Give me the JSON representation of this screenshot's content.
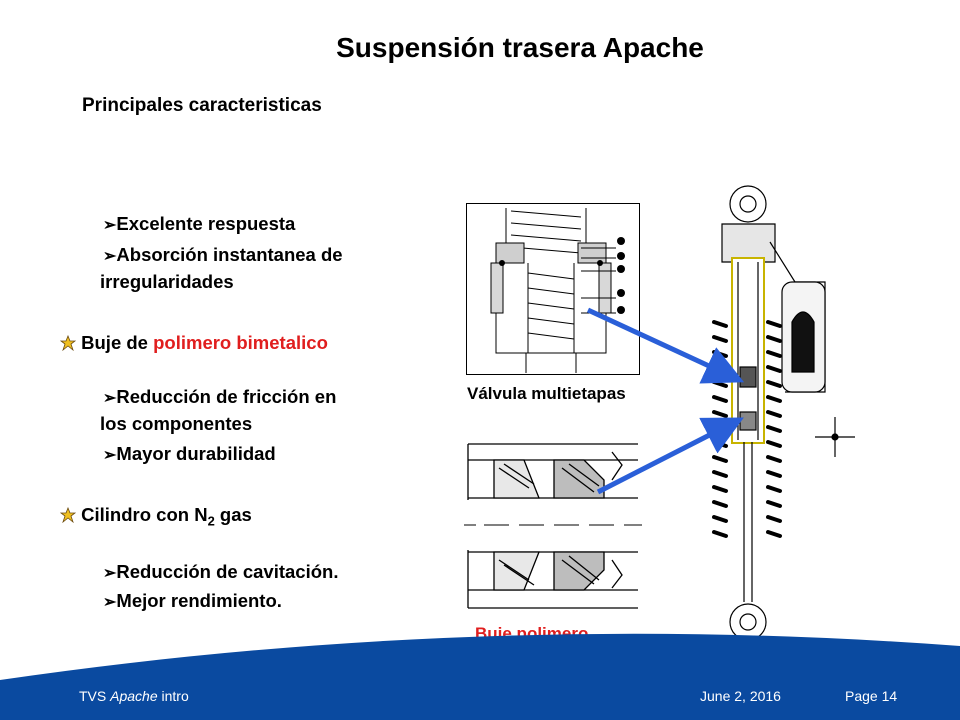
{
  "slide": {
    "title": "Suspensión trasera Apache",
    "subtitle": "Principales caracteristicas"
  },
  "features": {
    "g1_items": [
      "Excelente respuesta",
      "Absorción instantanea de",
      "irregularidades"
    ],
    "buje_prefix": "Buje de ",
    "buje_highlight": "polimero bimetalico",
    "g2_items": [
      "Reducción de fricción en",
      "los componentes",
      "Mayor durabilidad"
    ],
    "cilindro_prefix": "Cilindro con N",
    "cilindro_sub": "2",
    "cilindro_suffix": " gas",
    "g3_items": [
      "Reducción de cavitación.",
      "Mejor rendimiento."
    ]
  },
  "figures": {
    "valve_caption": "Válvula multietapas",
    "bush_caption": "Buje polimero"
  },
  "footer": {
    "left_plain": "TVS ",
    "left_italic": "Apache",
    "left_suffix": " intro",
    "date": "June 2, 2016",
    "page": "Page 14"
  },
  "colors": {
    "highlight_red": "#e01e1e",
    "footer_blue": "#0a4aa0",
    "arrow_blue": "#2a5fd8"
  }
}
